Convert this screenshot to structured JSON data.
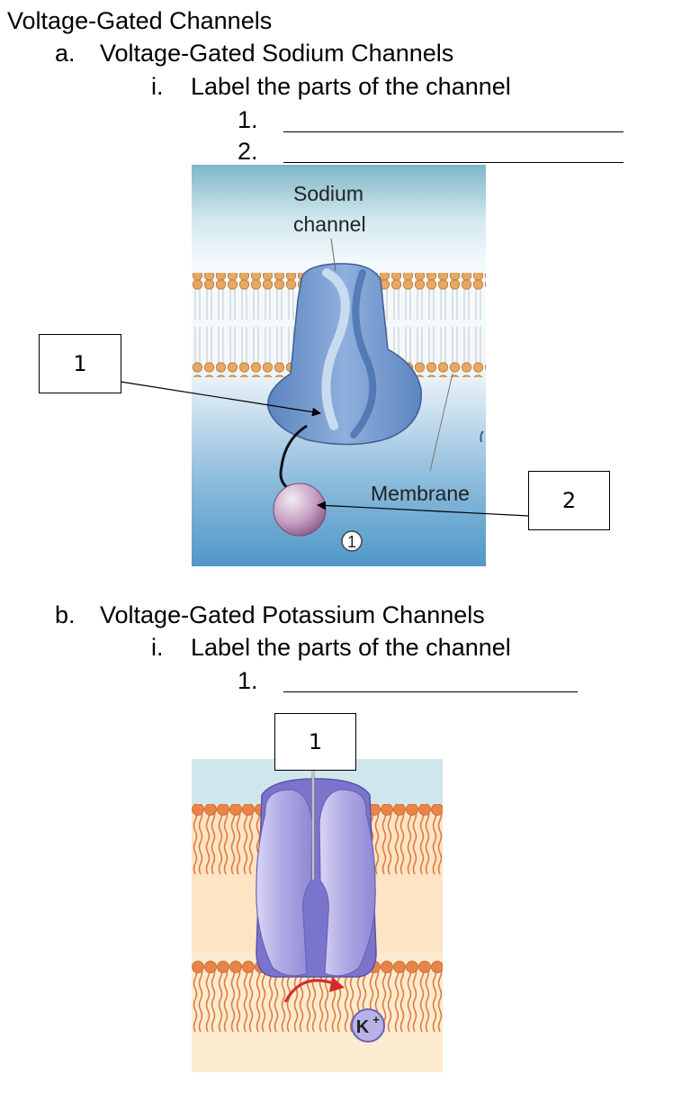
{
  "heading": "Voltage-Gated Channels",
  "section_a": {
    "marker": "a.",
    "title": "Voltage-Gated Sodium Channels",
    "sub_marker": "i.",
    "instruction": "Label the parts of the channel",
    "blanks": [
      "1.",
      "2."
    ],
    "figure": {
      "sodium_label_line1": "Sodium",
      "sodium_label_line2": "channel",
      "membrane_label": "Membrane",
      "circled_number": "1"
    },
    "boxes": [
      "1",
      "2"
    ]
  },
  "section_b": {
    "marker": "b.",
    "title": "Voltage-Gated Potassium Channels",
    "sub_marker": "i.",
    "instruction": "Label the parts of the channel",
    "blanks": [
      "1."
    ],
    "figure": {
      "ion_label": "K",
      "ion_charge": "+"
    },
    "boxes": [
      "1"
    ]
  },
  "colors": {
    "membrane_head_a": "#e8a862",
    "channel_blue": "#6f95cc",
    "membrane_head_b": "#e8834a",
    "channel_violet": "#b7b3e6",
    "arrow_red": "#d42b2b"
  }
}
